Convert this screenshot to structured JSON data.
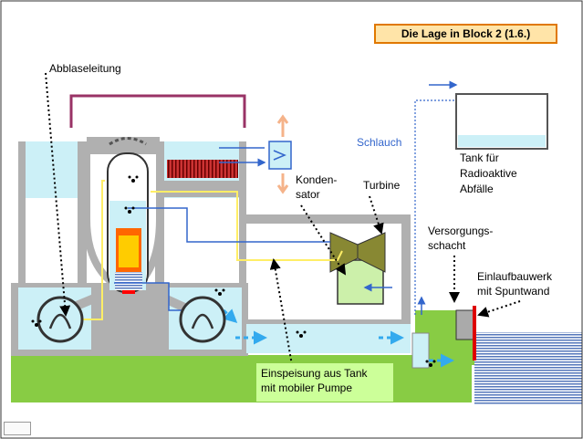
{
  "title": "Die Lage in Block 2 (1.6.)",
  "labels": {
    "abblaseleitung": "Abblaseleitung",
    "schlauch": "Schlauch",
    "tank_fuer": "Tank für",
    "radioaktive": "Radioaktive",
    "abfaelle": "Abfälle",
    "konden": "Konden-",
    "sator": "sator",
    "turbine": "Turbine",
    "versorgungs": "Versorgungs-",
    "schacht": "schacht",
    "einlaufbauwerk": "Einlaufbauwerk",
    "mit_spuntwand": "mit Spuntwand",
    "einspeisung_line1": "Einspeisung aus Tank",
    "einspeisung_line2": "mit mobiler Pumpe"
  },
  "colors": {
    "water": "#ccf0f7",
    "concrete": "#b0b0b0",
    "ground": "#88cc44",
    "pipe_yellow": "#ffee66",
    "pipe_blue": "#3366cc",
    "pipe_purple": "#993366",
    "flow_arrow": "#33aaee",
    "spuntwand": "#dd0000",
    "title_border": "#e07800",
    "title_bg": "#ffe4a8",
    "caption_bg": "#ccff99"
  },
  "icons": [
    "radiation-icon",
    "pump-icon",
    "heat-exchanger-icon",
    "turbine-icon",
    "spent-fuel-icon"
  ]
}
